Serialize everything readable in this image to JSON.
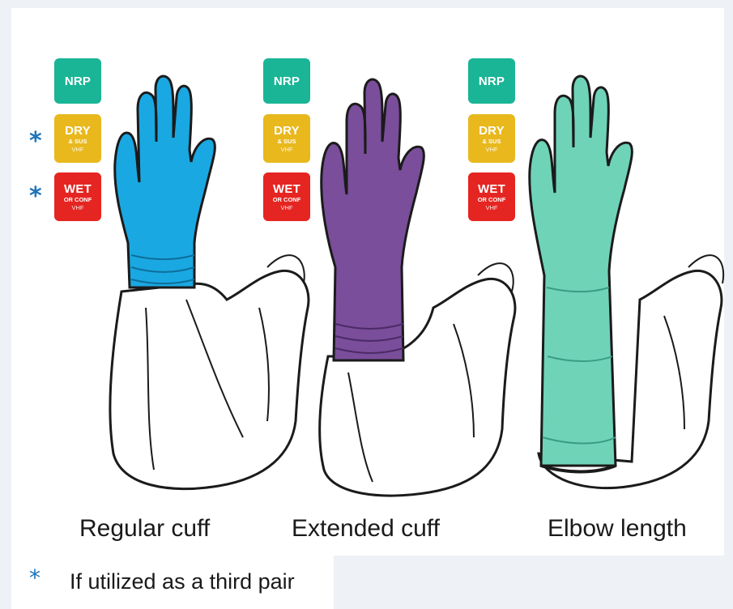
{
  "colors": {
    "nrp": "#19b596",
    "dry": "#e8b81d",
    "wet": "#e52521",
    "asterisk": "#1d74b9",
    "glove_blue": "#1aa8e2",
    "glove_purple": "#7a4e9a",
    "glove_teal": "#6fd3b8"
  },
  "badges": {
    "nrp": "NRP",
    "dry": {
      "main": "DRY",
      "sub": "& SUS",
      "sub2": "VHF"
    },
    "wet": {
      "main": "WET",
      "sub": "OR CONF",
      "sub2": "VHF"
    }
  },
  "asterisk": "*",
  "gloves": [
    {
      "caption": "Regular cuff",
      "icon": "blue-glove-icon"
    },
    {
      "caption": "Extended cuff",
      "icon": "purple-glove-icon"
    },
    {
      "caption": "Elbow length",
      "icon": "teal-glove-icon"
    }
  ],
  "footnote": {
    "marker": "*",
    "text": "If utilized as a third pair"
  }
}
